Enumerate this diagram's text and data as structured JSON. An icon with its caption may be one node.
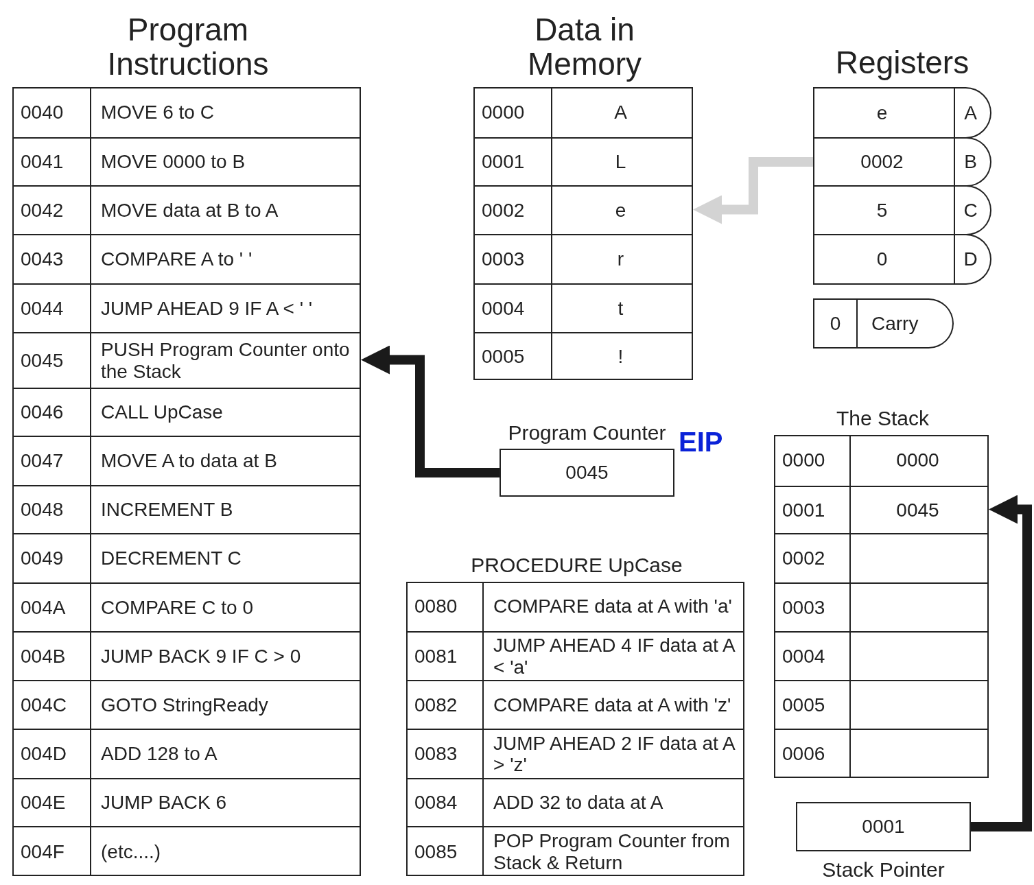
{
  "diagram": {
    "nodes": [
      {
        "text": [
          "Program Instructions"
        ]
      },
      {
        "text": [
          "0040",
          "MOVE 6 to C"
        ],
        "in": 0
      },
      {
        "text": [
          "0041",
          "MOVE 0000 to B"
        ],
        "in": 0
      },
      {
        "text": [
          "0042",
          "MOVE data at B to A"
        ],
        "in": 0
      },
      {
        "text": [
          "0043",
          "COMPARE A to ' '"
        ],
        "in": 0
      },
      {
        "text": [
          "0044",
          "JUMP AHEAD 9 IF A < ' '"
        ],
        "in": 0
      },
      {
        "text": [
          "0045",
          "PUSH Program Counter onto the Stack"
        ],
        "in": 0
      },
      {
        "text": [
          "0046",
          "CALL UpCase"
        ],
        "in": 0
      },
      {
        "text": [
          "0047",
          "MOVE A to data at B"
        ],
        "in": 0
      },
      {
        "text": [
          "0048",
          "INCREMENT B"
        ],
        "in": 0
      },
      {
        "text": [
          "0049",
          "DECREMENT C"
        ],
        "in": 0
      },
      {
        "text": [
          "004A",
          "COMPARE C to 0"
        ],
        "in": 0
      },
      {
        "text": [
          "004B",
          "JUMP BACK 9 IF C > 0"
        ],
        "in": 0
      },
      {
        "text": [
          "004C",
          "GOTO StringReady"
        ],
        "in": 0
      },
      {
        "text": [
          "004D",
          "ADD 128 to A"
        ],
        "in": 0
      },
      {
        "text": [
          "004E",
          "JUMP BACK 6"
        ],
        "in": 0
      },
      {
        "text": [
          "004F",
          "(etc....)"
        ],
        "in": 0
      },
      {
        "text": [
          "Data in Memory"
        ]
      },
      {
        "text": [
          "0000",
          "A"
        ],
        "in": 17
      },
      {
        "text": [
          "0001",
          "L"
        ],
        "in": 17
      },
      {
        "text": [
          "0002",
          "e"
        ],
        "in": 17
      },
      {
        "text": [
          "0003",
          "r"
        ],
        "in": 17
      },
      {
        "text": [
          "0004",
          "t"
        ],
        "in": 17
      },
      {
        "text": [
          "0005",
          "!"
        ],
        "in": 17
      },
      {
        "text": [
          "Registers"
        ]
      },
      {
        "text": [
          "e",
          "A"
        ],
        "in": 24
      },
      {
        "text": [
          "0002",
          "B"
        ],
        "in": 24
      },
      {
        "text": [
          "5",
          "C"
        ],
        "in": 24
      },
      {
        "text": [
          "0",
          "D"
        ],
        "in": 24
      },
      {
        "text": [
          "0",
          "Carry"
        ]
      },
      {
        "text": [
          "Program Counter",
          "0045"
        ],
        "beside": [
          "EIP"
        ]
      },
      {
        "text": [
          "The Stack"
        ]
      },
      {
        "text": [
          "0000",
          "0000"
        ],
        "in": 31
      },
      {
        "text": [
          "0001",
          "0045"
        ],
        "in": 31
      },
      {
        "text": [
          "0002"
        ],
        "in": 31
      },
      {
        "text": [
          "0003"
        ],
        "in": 31
      },
      {
        "text": [
          "0004"
        ],
        "in": 31
      },
      {
        "text": [
          "0005"
        ],
        "in": 31
      },
      {
        "text": [
          "0006"
        ],
        "in": 31
      },
      {
        "text": [
          "PROCEDURE UpCase"
        ]
      },
      {
        "text": [
          "0080",
          "COMPARE data at A with 'a'"
        ],
        "in": 39
      },
      {
        "text": [
          "0081",
          "JUMP AHEAD 4 IF data at A < 'a'"
        ],
        "in": 39
      },
      {
        "text": [
          "0082",
          "COMPARE data at A with 'z'"
        ],
        "in": 39
      },
      {
        "text": [
          "0083",
          "JUMP AHEAD 2 IF data at A > 'z'"
        ],
        "in": 39
      },
      {
        "text": [
          "0084",
          "ADD 32 to data at A"
        ],
        "in": 39
      },
      {
        "text": [
          "0085",
          "POP Program Counter from Stack & Return"
        ],
        "in": 39
      },
      {
        "text": [
          "0001",
          "Stack Pointer"
        ]
      }
    ],
    "edges": [
      {
        "from": 30,
        "to": 6,
        "arrow": "to"
      },
      {
        "from": 26,
        "to": 20,
        "arrow": "to",
        "color": "#d3d3d3"
      },
      {
        "from": 46,
        "to": 33,
        "arrow": "to"
      }
    ]
  }
}
